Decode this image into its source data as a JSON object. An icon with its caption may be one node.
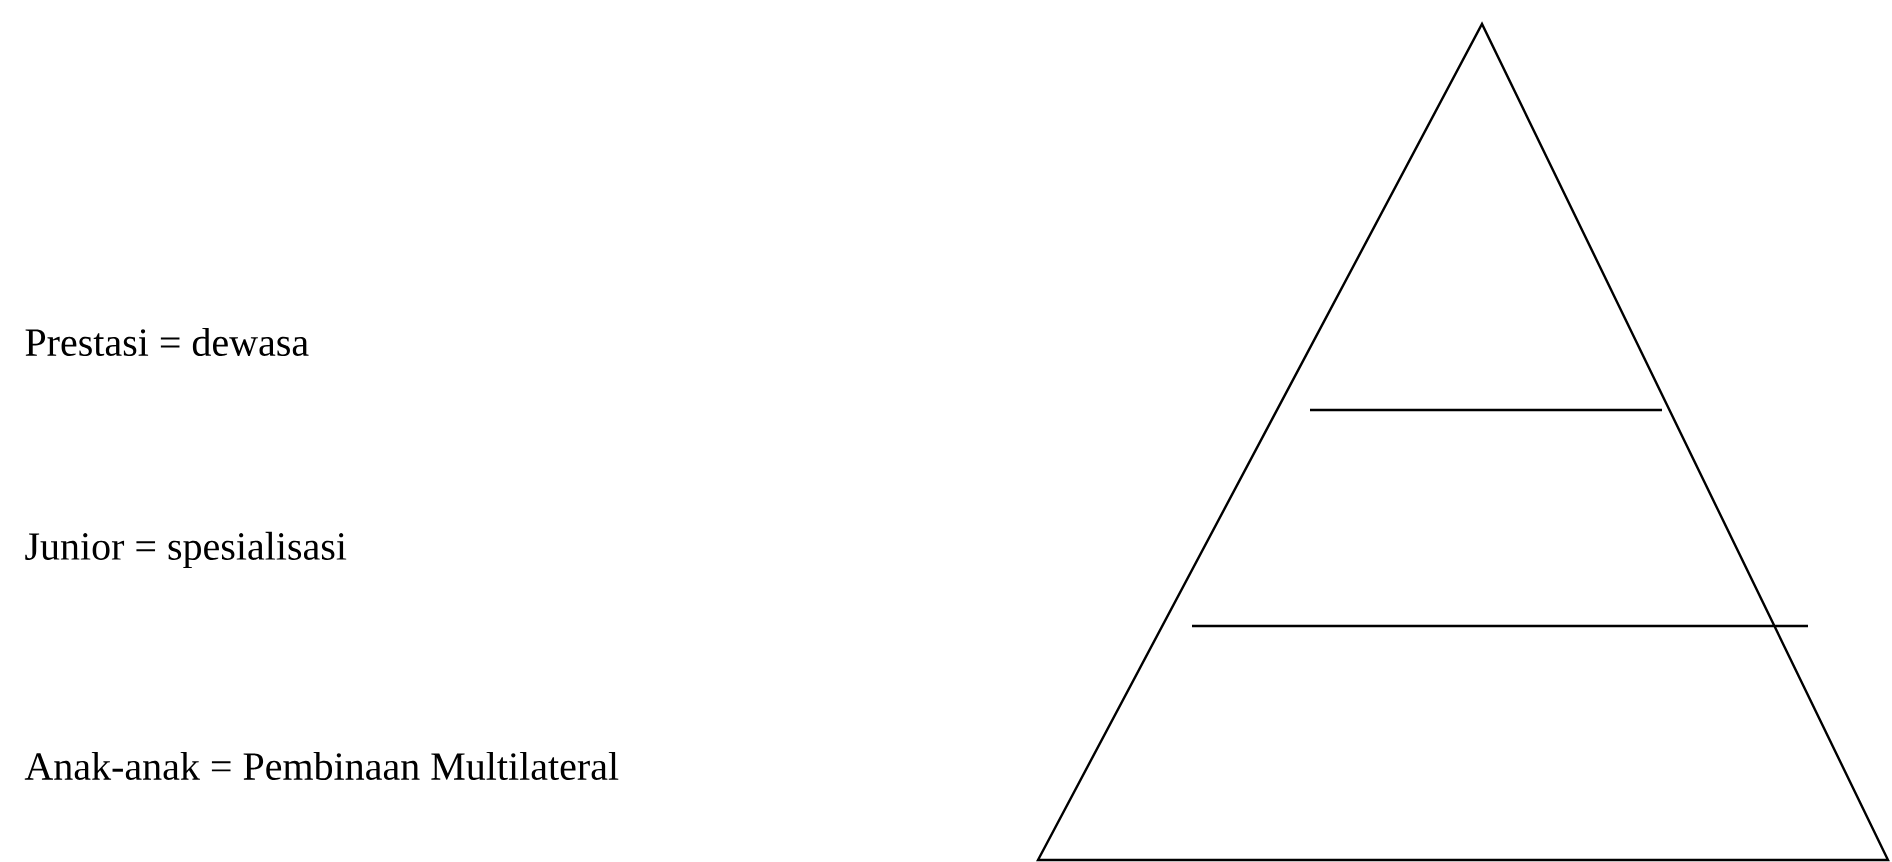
{
  "diagram": {
    "labels": [
      "Prestasi = dewasa",
      "Junior = spesialisasi",
      "Anak-anak = Pembinaan Multilateral"
    ]
  }
}
